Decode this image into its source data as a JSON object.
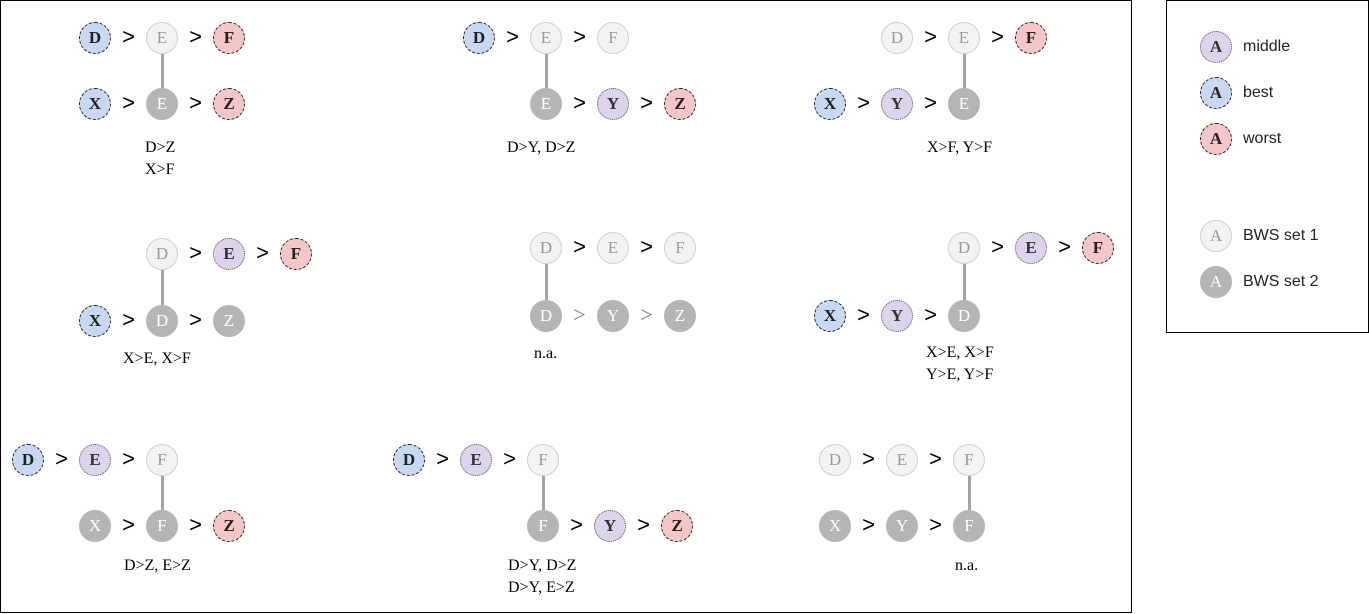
{
  "legend": [
    {
      "glyph": "A",
      "style": "middle",
      "label": "middle"
    },
    {
      "glyph": "A",
      "style": "best",
      "label": "best"
    },
    {
      "glyph": "A",
      "style": "worst",
      "label": "worst"
    },
    {
      "glyph": "A",
      "style": "set1",
      "label": "BWS set 1"
    },
    {
      "glyph": "A",
      "style": "set2",
      "label": "BWS set 2"
    }
  ],
  "gt_symbol": ">",
  "panels": [
    {
      "top": [
        {
          "t": "D",
          "s": "best"
        },
        {
          "t": "E",
          "s": "set1"
        },
        {
          "t": "F",
          "s": "worst"
        }
      ],
      "bottom": [
        {
          "t": "X",
          "s": "best"
        },
        {
          "t": "E",
          "s": "set2"
        },
        {
          "t": "Z",
          "s": "worst"
        }
      ],
      "caption": [
        "D>Z",
        "X>F"
      ]
    },
    {
      "top": [
        {
          "t": "D",
          "s": "best"
        },
        {
          "t": "E",
          "s": "set1"
        },
        {
          "t": "F",
          "s": "set1"
        }
      ],
      "bottom": [
        {
          "t": "E",
          "s": "set2"
        },
        {
          "t": "Y",
          "s": "middle"
        },
        {
          "t": "Z",
          "s": "worst"
        }
      ],
      "caption": [
        "D>Y, D>Z"
      ]
    },
    {
      "top": [
        {
          "t": "D",
          "s": "set1"
        },
        {
          "t": "E",
          "s": "set1"
        },
        {
          "t": "F",
          "s": "worst"
        }
      ],
      "bottom": [
        {
          "t": "X",
          "s": "best"
        },
        {
          "t": "Y",
          "s": "middle"
        },
        {
          "t": "E",
          "s": "set2"
        }
      ],
      "caption": [
        "X>F, Y>F"
      ]
    },
    {
      "top": [
        {
          "t": "D",
          "s": "set1"
        },
        {
          "t": "E",
          "s": "middle"
        },
        {
          "t": "F",
          "s": "worst"
        }
      ],
      "bottom": [
        {
          "t": "X",
          "s": "best"
        },
        {
          "t": "D",
          "s": "set2"
        },
        {
          "t": "Z",
          "s": "set2"
        }
      ],
      "caption": [
        "X>E, X>F"
      ]
    },
    {
      "top": [
        {
          "t": "D",
          "s": "set1"
        },
        {
          "t": "E",
          "s": "set1"
        },
        {
          "t": "F",
          "s": "set1"
        }
      ],
      "bottom": [
        {
          "t": "D",
          "s": "set2"
        },
        {
          "t": "Y",
          "s": "set2"
        },
        {
          "t": "Z",
          "s": "set2"
        }
      ],
      "caption": [
        "n.a."
      ]
    },
    {
      "top": [
        {
          "t": "D",
          "s": "set1"
        },
        {
          "t": "E",
          "s": "middle"
        },
        {
          "t": "F",
          "s": "worst"
        }
      ],
      "bottom": [
        {
          "t": "X",
          "s": "best"
        },
        {
          "t": "Y",
          "s": "middle"
        },
        {
          "t": "D",
          "s": "set2"
        }
      ],
      "caption": [
        "X>E, X>F",
        "Y>E, Y>F"
      ]
    },
    {
      "top": [
        {
          "t": "D",
          "s": "best"
        },
        {
          "t": "E",
          "s": "middle"
        },
        {
          "t": "F",
          "s": "set1"
        }
      ],
      "bottom": [
        {
          "t": "X",
          "s": "set2"
        },
        {
          "t": "F",
          "s": "set2"
        },
        {
          "t": "Z",
          "s": "worst"
        }
      ],
      "caption": [
        "D>Z, E>Z"
      ]
    },
    {
      "top": [
        {
          "t": "D",
          "s": "best"
        },
        {
          "t": "E",
          "s": "middle"
        },
        {
          "t": "F",
          "s": "set1"
        }
      ],
      "bottom": [
        {
          "t": "F",
          "s": "set2"
        },
        {
          "t": "Y",
          "s": "middle"
        },
        {
          "t": "Z",
          "s": "worst"
        }
      ],
      "caption": [
        "D>Y, D>Z",
        "D>Y, E>Z"
      ]
    },
    {
      "top": [
        {
          "t": "D",
          "s": "set1"
        },
        {
          "t": "E",
          "s": "set1"
        },
        {
          "t": "F",
          "s": "set1"
        }
      ],
      "bottom": [
        {
          "t": "X",
          "s": "set2"
        },
        {
          "t": "Y",
          "s": "set2"
        },
        {
          "t": "F",
          "s": "set2"
        }
      ],
      "caption": [
        "n.a."
      ]
    }
  ]
}
